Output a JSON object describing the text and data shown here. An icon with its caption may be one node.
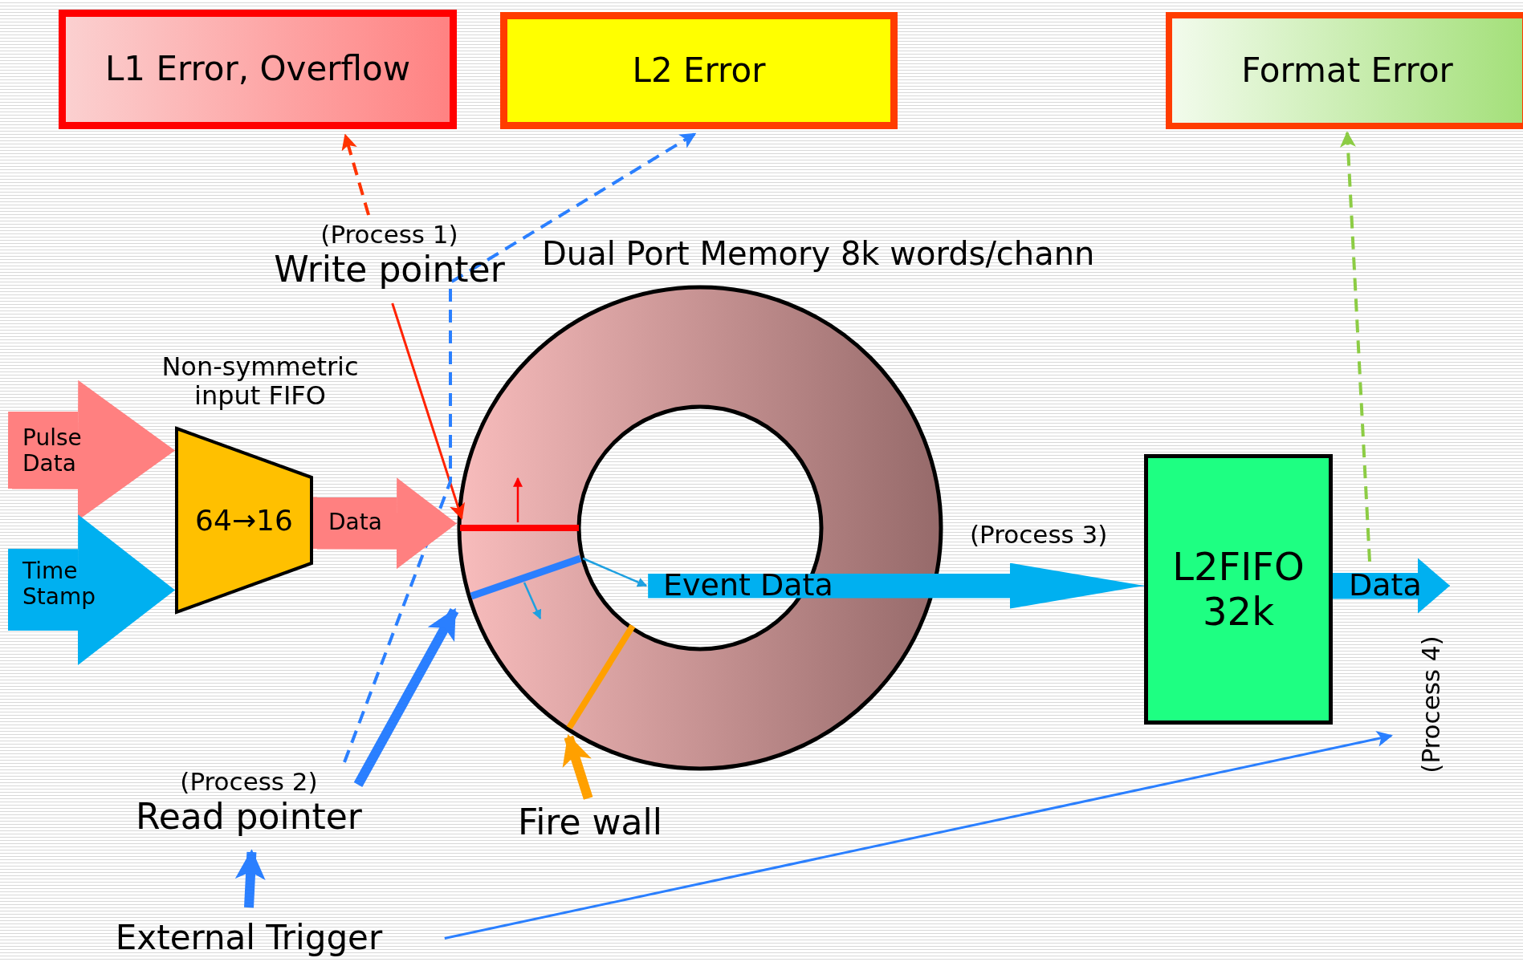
{
  "diagram": {
    "nodes": [
      {
        "text": [
          "L1 Error, Overflow"
        ]
      },
      {
        "text": [
          "L2 Error"
        ]
      },
      {
        "text": [
          "Format Error"
        ]
      },
      {
        "text": [
          "(Process 1)",
          "Write pointer"
        ]
      },
      {
        "text": [
          "Dual Port Memory 8k words/chann"
        ]
      },
      {
        "text": [
          "Non-symmetric input FIFO",
          "64→16"
        ]
      },
      {
        "text": [
          "L2FIFO 32k"
        ]
      },
      {
        "text": [
          "(Process 2)",
          "Read pointer"
        ]
      },
      {
        "text": [
          "Fire wall"
        ]
      },
      {
        "text": [
          "External Trigger"
        ]
      }
    ],
    "edges": [
      {
        "from": 3,
        "to": 0,
        "arrow": "to",
        "style": "dashed",
        "color": "#ff3300"
      },
      {
        "from": 3,
        "to": 4,
        "arrow": "to",
        "color": "#ff2200"
      },
      {
        "from": 7,
        "to": 1,
        "arrow": "to",
        "style": "dashed"
      },
      {
        "from": 7,
        "to": 4,
        "arrow": "to",
        "style": "thick"
      },
      {
        "from": 9,
        "to": 7,
        "arrow": "to",
        "style": "thick"
      },
      {
        "from": 9,
        "to": null,
        "arrow": "to"
      },
      {
        "from": 8,
        "to": 4,
        "arrow": "to",
        "style": "thick",
        "color": "#ffa000"
      },
      {
        "from": null,
        "to": 2,
        "arrow": "to",
        "style": "dashed",
        "color": "#8ccc44"
      },
      {
        "from": null,
        "to": 5,
        "label": "Pulse Data",
        "arrow": "to",
        "color": "#ff8080"
      },
      {
        "from": null,
        "to": 5,
        "label": "Time Stamp",
        "arrow": "to",
        "color": "#00b0f0"
      },
      {
        "from": 5,
        "to": 4,
        "label": "Data",
        "arrow": "to",
        "color": "#ff8080"
      },
      {
        "from": 4,
        "to": 6,
        "label": "Event Data",
        "arrow": "to",
        "color": "#00b0f0"
      },
      {
        "from": 6,
        "to": null,
        "label": "Data",
        "arrow": "to",
        "color": "#00b0f0"
      }
    ],
    "labels": [
      "(Process 3)",
      "(Process 4)"
    ]
  }
}
